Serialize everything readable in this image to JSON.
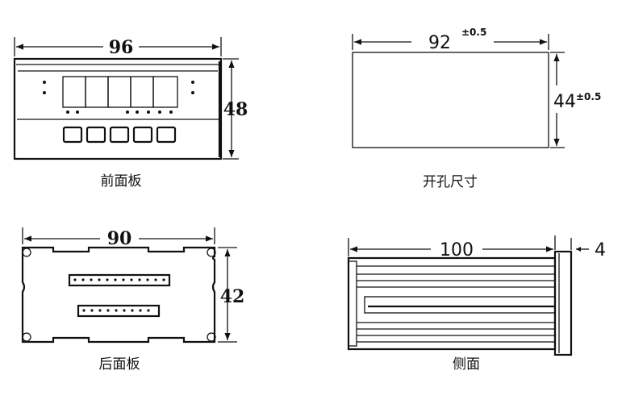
{
  "front_panel": {
    "width": "96",
    "height": "48",
    "caption": "前面板"
  },
  "cutout": {
    "width": "92",
    "width_tol": "±0.5",
    "height": "44",
    "height_tol": "±0.5",
    "caption": "开孔尺寸"
  },
  "rear_panel": {
    "width": "90",
    "height": "42",
    "caption": "后面板"
  },
  "side": {
    "length": "100",
    "bezel": "4",
    "caption": "侧面"
  }
}
